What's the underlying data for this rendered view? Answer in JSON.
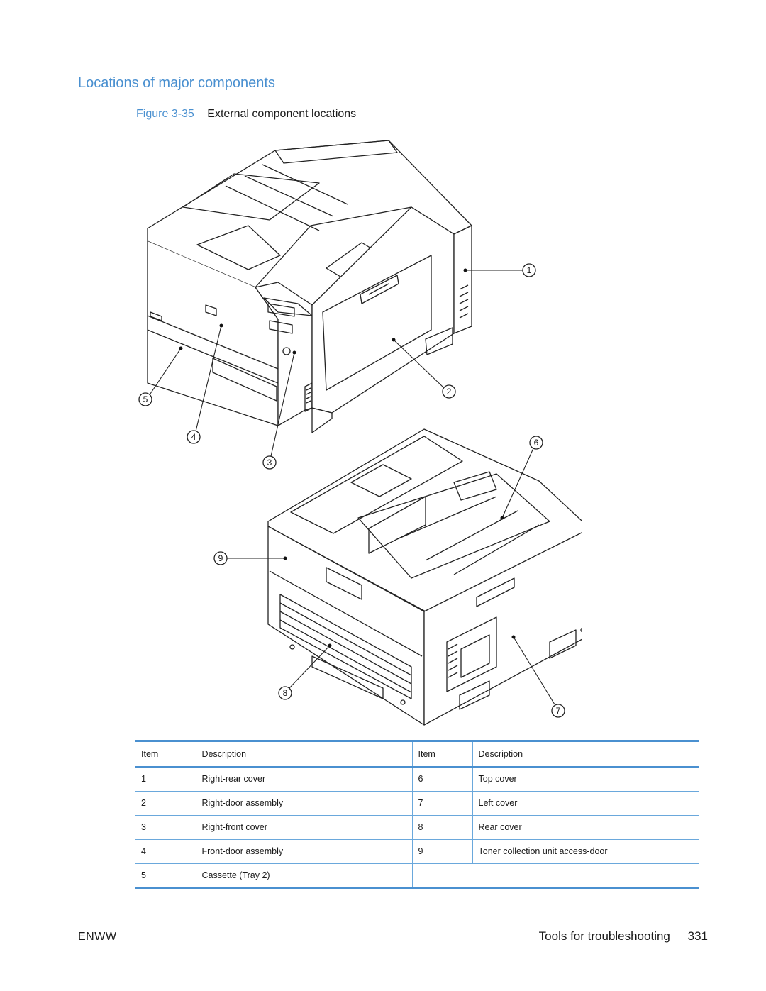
{
  "section_title": "Locations of major components",
  "figure": {
    "number": "Figure 3-35",
    "title": "External component locations",
    "callouts": [
      "1",
      "2",
      "3",
      "4",
      "5",
      "6",
      "7",
      "8",
      "9"
    ]
  },
  "table": {
    "headers": [
      "Item",
      "Description",
      "Item",
      "Description"
    ],
    "rows": [
      {
        "item_a": "1",
        "desc_a": "Right-rear cover",
        "item_b": "6",
        "desc_b": "Top cover"
      },
      {
        "item_a": "2",
        "desc_a": "Right-door assembly",
        "item_b": "7",
        "desc_b": "Left cover"
      },
      {
        "item_a": "3",
        "desc_a": "Right-front cover",
        "item_b": "8",
        "desc_b": "Rear cover"
      },
      {
        "item_a": "4",
        "desc_a": "Front-door assembly",
        "item_b": "9",
        "desc_b": "Toner collection unit access-door"
      },
      {
        "item_a": "5",
        "desc_a": "Cassette (Tray 2)",
        "item_b": "",
        "desc_b": ""
      }
    ]
  },
  "footer": {
    "left": "ENWW",
    "section": "Tools for troubleshooting",
    "page": "331"
  },
  "colors": {
    "accent": "#4a90d0",
    "text": "#1a1a1a"
  }
}
